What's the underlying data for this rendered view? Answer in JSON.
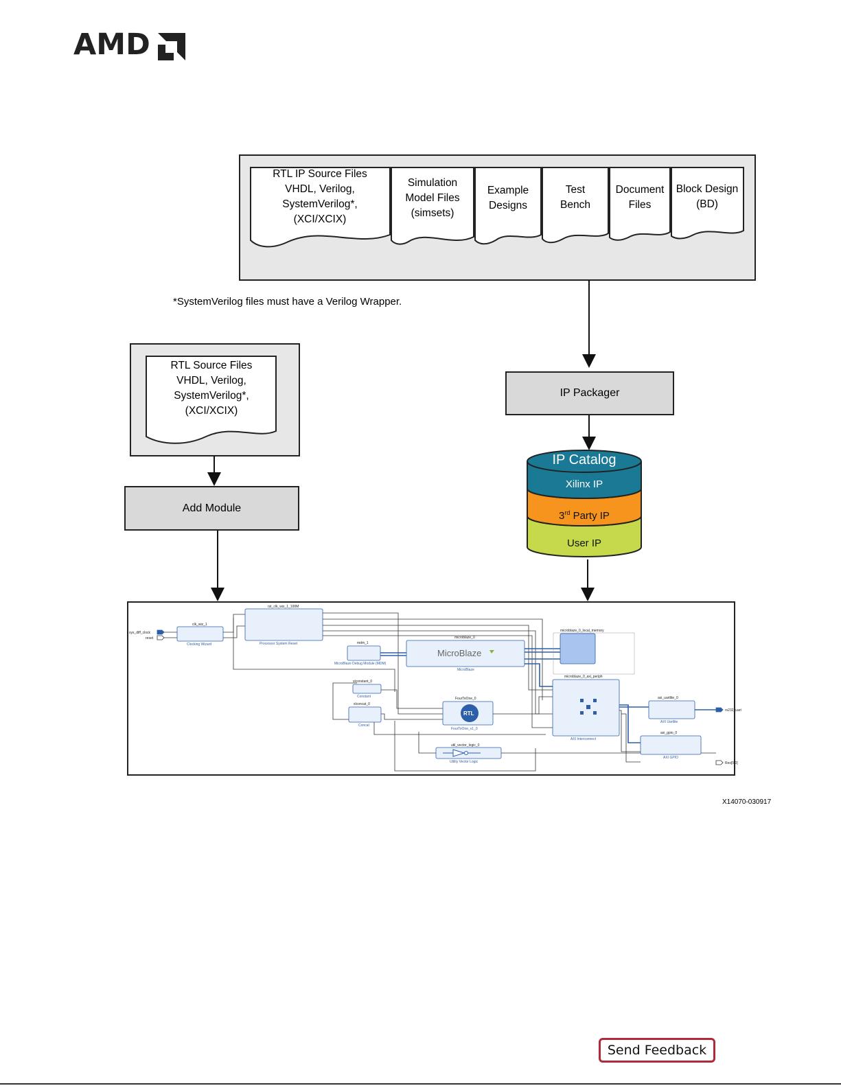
{
  "header": {
    "logo_text": "AMD"
  },
  "ip_sources": {
    "files": [
      {
        "label": "RTL IP Source Files\nVHDL, Verilog,\nSystemVerilog*,\n(XCI/XCIX)"
      },
      {
        "label": "Simulation\nModel Files\n(simsets)"
      },
      {
        "label": "Example\nDesigns"
      },
      {
        "label": "Test\nBench"
      },
      {
        "label": "Document\nFiles"
      },
      {
        "label": "Block Design\n(BD)"
      }
    ],
    "footnote": "*SystemVerilog files must have a Verilog Wrapper."
  },
  "rtl_sources": {
    "label": "RTL Source Files\nVHDL, Verilog,\nSystemVerilog*,\n(XCI/XCIX)"
  },
  "ip_packager": {
    "label": "IP Packager"
  },
  "add_module": {
    "label": "Add Module"
  },
  "ip_catalog": {
    "title": "IP Catalog",
    "layers": [
      {
        "label": "Xilinx IP",
        "color": "#1a7a96"
      },
      {
        "label": "3rd Party IP",
        "superscript": "rd",
        "color": "#f7941d"
      },
      {
        "label": "User IP",
        "color": "#c5d94a"
      }
    ]
  },
  "block_design": {
    "blocks": [
      {
        "title": "rst_clk_wiz_1_100M",
        "subtitle": "Processor System Reset"
      },
      {
        "title": "clk_wiz_1",
        "subtitle": "Clocking Wizard"
      },
      {
        "title": "mdm_1",
        "subtitle": "MicroBlaze Debug Module (MDM)"
      },
      {
        "title": "microblaze_0",
        "subtitle": "MicroBlaze",
        "brand": "MicroBlaze"
      },
      {
        "title": "microblaze_0_local_memory",
        "subtitle": ""
      },
      {
        "title": "xlconstant_0",
        "subtitle": "Constant"
      },
      {
        "title": "xlconcat_0",
        "subtitle": "Concat"
      },
      {
        "title": "FourToOne_0",
        "subtitle": "FourToOne_v1_0",
        "brand": "RTL"
      },
      {
        "title": "microblaze_0_axi_periph",
        "subtitle": "AXI Interconnect"
      },
      {
        "title": "axi_uartlite_0",
        "subtitle": "AXI Uartlite"
      },
      {
        "title": "axi_gpio_0",
        "subtitle": "AXI GPIO"
      },
      {
        "title": "util_vector_logic_0",
        "subtitle": "Utility Vector Logic"
      }
    ],
    "ports": {
      "clock": "sys_diff_clock",
      "reset": "reset",
      "uart": "rs232_uart",
      "led": "Res[0:0]"
    }
  },
  "figure_id": "X14070-030917",
  "feedback": {
    "label": "Send Feedback"
  }
}
